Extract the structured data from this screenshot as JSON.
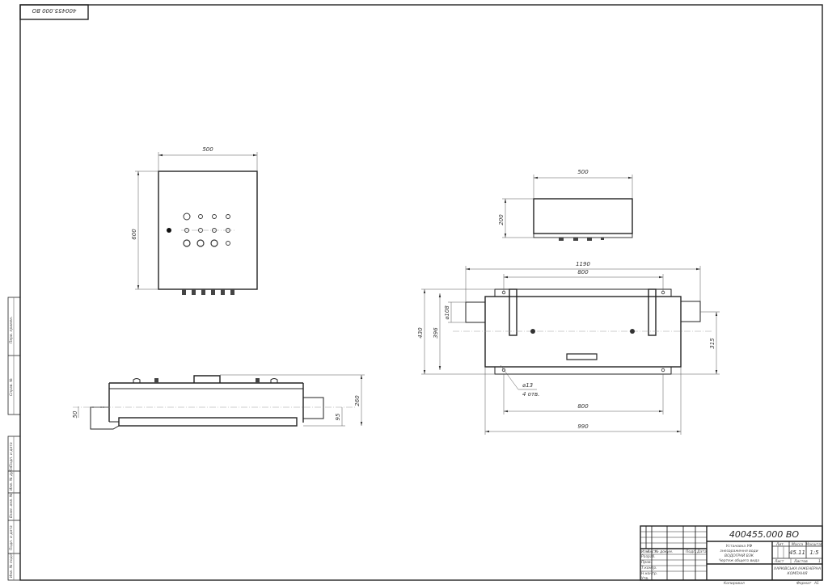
{
  "sheet": {
    "designation": "400455.000 ВО",
    "designation_mirrored": "400455.000 ВО",
    "format_label": "Формат",
    "format_value": "А1",
    "copied_label": "Копировал"
  },
  "title_block": {
    "title_lines": [
      "Установка УФ",
      "знезараження води",
      "ВОДОГРАЙ ВЗК",
      "Чертеж общего вида"
    ],
    "header_labels": [
      "Изм.",
      "Лист",
      "№ докум.",
      "Подп.",
      "Дата"
    ],
    "role_labels": [
      "Разраб.",
      "Пров.",
      "Т.контр.",
      "",
      "Н.контр.",
      "Утв."
    ],
    "lit_label": "Лит.",
    "mass_label": "Масса",
    "scale_label": "Масштаб",
    "mass_value": "45.11",
    "scale_value": "1:5",
    "sheet_label": "Лист",
    "sheets_label": "Листов",
    "sheets_value": "1",
    "company": [
      "ХАРКІВСЬКА ІНЖЕНЕРНА",
      "КОМПАНІЯ"
    ]
  },
  "side_stamp": {
    "upper": [
      "Перв. примен.",
      "Справ. №"
    ],
    "lower": [
      "Подп. и дата",
      "Инв. № дубл.",
      "Взам. инв. №",
      "Подп. и дата",
      "Инв. № подл."
    ]
  },
  "views": {
    "front_panel": {
      "width_dim": "500",
      "height_dim": "600"
    },
    "top_box": {
      "width_dim": "500",
      "height_dim": "200"
    },
    "side_view": {
      "pipe_dim": "50",
      "axis_dim": "95",
      "height_dim": "260"
    },
    "plan_view": {
      "overall_dim": "1190",
      "inner_dim": "800",
      "height_outer": "430",
      "height_inner": "396",
      "pipe_dia": "⌀108",
      "axis_dim": "315",
      "hole_dia": "⌀13",
      "hole_count": "4 отв.",
      "bottom_dim_1": "800",
      "bottom_dim_2": "990"
    }
  }
}
